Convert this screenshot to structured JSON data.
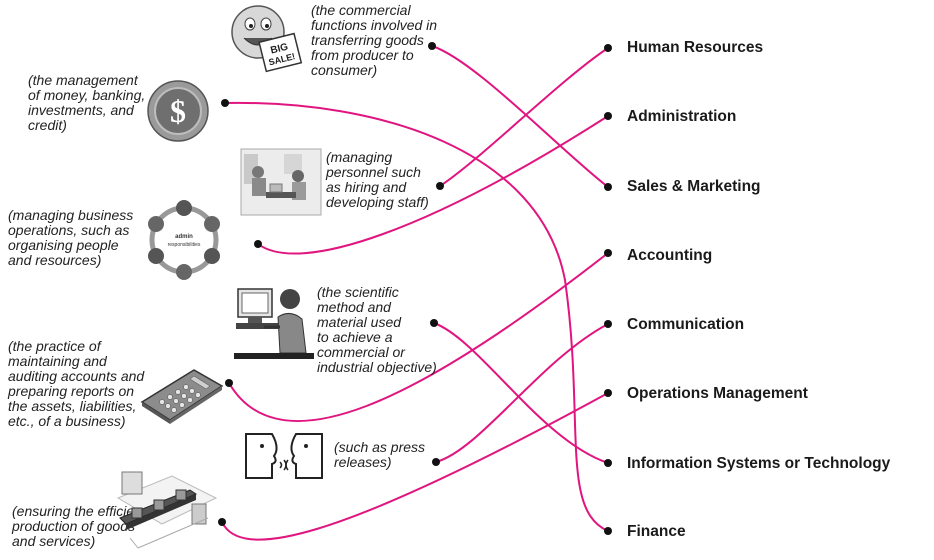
{
  "descriptions": {
    "sales": "(the commercial\nfunctions involved in\ntransferring goods\nfrom producer to\nconsumer)",
    "finance": "(the management\nof money, banking,\ninvestments, and\ncredit)",
    "hr": "(managing\npersonnel such\nas hiring and\ndeveloping staff)",
    "admin": "(managing business\noperations, such as\norganising people\nand resources)",
    "it": "(the scientific\nmethod and\nmaterial used\nto achieve a\ncommercial or\nindustrial objective)",
    "accounting": "(the practice of\nmaintaining and\nauditing accounts and\npreparing reports on\nthe assets, liabilities,\netc., of a business)",
    "communication": "(such as  press\nreleases)",
    "operations": "(ensuring the efficient\nproduction of goods\nand services)"
  },
  "terms": {
    "hr": "Human Resources",
    "admin": "Administration",
    "sales": "Sales & Marketing",
    "accounting": "Accounting",
    "communication": "Communication",
    "operations": "Operations Management",
    "it": "Information Systems or Technology",
    "finance": "Finance"
  },
  "image_text": {
    "sale_sign": "BIG\nSALE!",
    "dollar": "$",
    "cycle_center": "admin\nresponsibilities"
  },
  "icons": [
    "big-sale-smiley-icon",
    "dollar-coin-icon",
    "office-workers-icon",
    "admin-cycle-icon",
    "computer-user-icon",
    "calculator-icon",
    "two-faces-talking-icon",
    "production-line-icon"
  ],
  "colors": {
    "connector": "#e0157f",
    "dot": "#111111",
    "text": "#1a1a1a"
  }
}
